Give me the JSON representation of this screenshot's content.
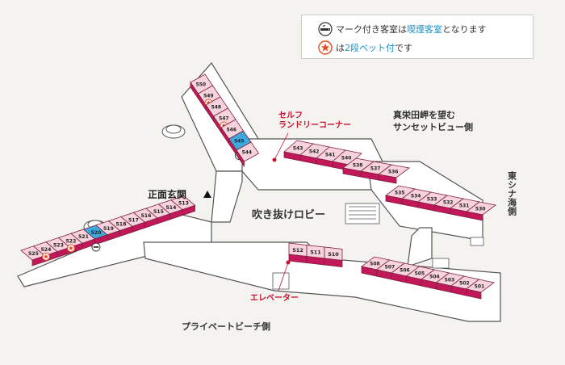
{
  "legend": {
    "smoking_icon": "smoking-room-icon",
    "smoking_pre": "マーク付き客室は",
    "smoking_hl": "喫煙客室",
    "smoking_post": "となります",
    "pet_icon": "star-icon",
    "pet_pre": "は",
    "pet_hl": "2段ベット付",
    "pet_post": "です"
  },
  "labels": {
    "laundry_line1": "セルフ",
    "laundry_line2": "ランドリーコーナー",
    "view_line1": "真栄田岬を望む",
    "view_line2": "サンセットビュー側",
    "east_china_sea": "東シナ海側",
    "entrance": "正面玄関",
    "lobby": "吹き抜けロビー",
    "elevator": "エレベーター",
    "private_beach": "プライベートビーチ側"
  },
  "rooms": {
    "north_wing": [
      "550",
      "549",
      "548",
      "547",
      "546",
      "545",
      "544"
    ],
    "north_center": [
      "543",
      "542",
      "541",
      "540"
    ],
    "north_east": [
      "538",
      "537",
      "536"
    ],
    "east_wing": [
      "535",
      "534",
      "533",
      "532",
      "531",
      "530"
    ],
    "west_wing": [
      "525",
      "524",
      "523",
      "522",
      "521",
      "520",
      "519",
      "518",
      "517",
      "516",
      "515",
      "514",
      "513"
    ],
    "south_center": [
      "512",
      "511",
      "510"
    ],
    "south_east": [
      "508",
      "507",
      "506",
      "505",
      "504",
      "503",
      "502",
      "501"
    ]
  },
  "smoking_rooms": [
    "545",
    "520"
  ],
  "bunk_bed_rooms": [
    "549",
    "547",
    "524",
    "522"
  ],
  "colors": {
    "room_fill": "#f6d3dd",
    "room_front": "#c2185b",
    "room_border": "#7d1f3a",
    "smoking_fill": "#3fa9dd",
    "corridor": "#ffffff",
    "accent_text": "#c8102e",
    "star": "#e8491d"
  }
}
